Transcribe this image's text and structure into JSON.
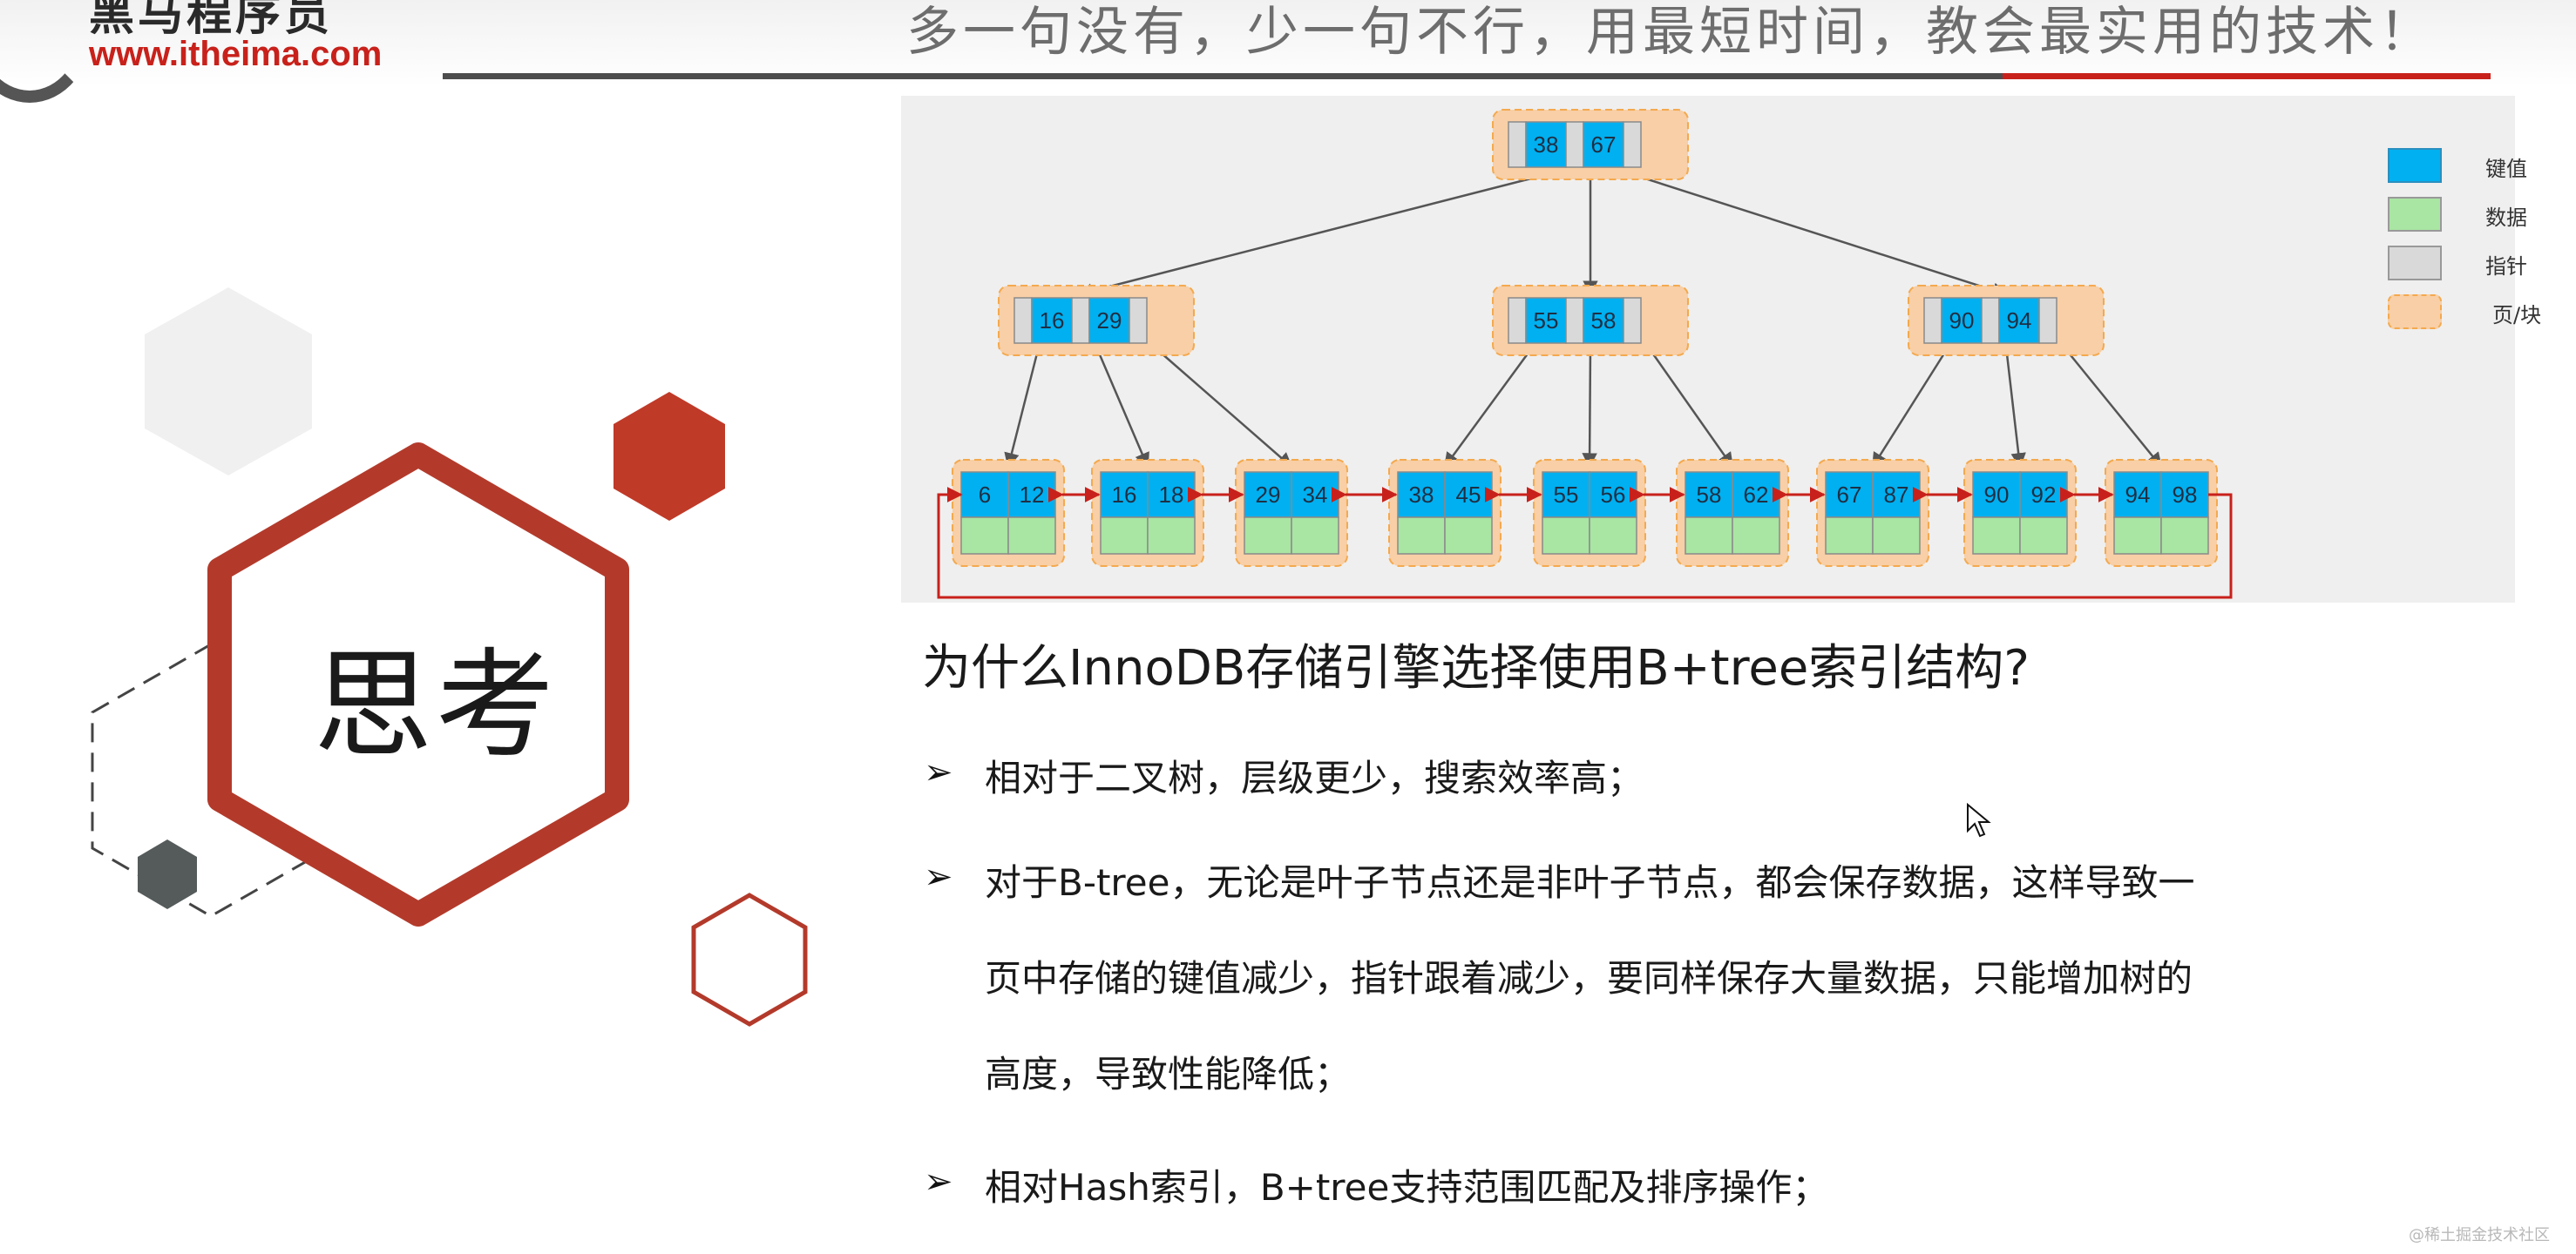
{
  "header": {
    "brand_name": "黑马程序员",
    "brand_url": "www.itheima.com",
    "slogan": "多一句没有，少一句不行，用最短时间，教会最实用的技术！"
  },
  "colors": {
    "accent_red": "#c8211b",
    "key_blue": "#00b0f0",
    "data_green": "#a9e5a3",
    "pointer_gray": "#d9d9d9",
    "page_orange": "#f8cfa6"
  },
  "think_label": "思考",
  "diagram": {
    "root": [
      "38",
      "67"
    ],
    "internal": [
      [
        "16",
        "29"
      ],
      [
        "55",
        "58"
      ],
      [
        "90",
        "94"
      ]
    ],
    "leaves": [
      [
        "6",
        "12"
      ],
      [
        "16",
        "18"
      ],
      [
        "29",
        "34"
      ],
      [
        "38",
        "45"
      ],
      [
        "55",
        "56"
      ],
      [
        "58",
        "62"
      ],
      [
        "67",
        "87"
      ],
      [
        "90",
        "92"
      ],
      [
        "94",
        "98"
      ]
    ]
  },
  "legend": [
    {
      "label": "键值",
      "color": "#00b0f0",
      "icon": "key-swatch"
    },
    {
      "label": "数据",
      "color": "#a9e5a3",
      "icon": "data-swatch"
    },
    {
      "label": "指针",
      "color": "#d9d9d9",
      "icon": "pointer-swatch"
    },
    {
      "label": "页/块",
      "color": "#f8cfa6",
      "icon": "page-swatch"
    }
  ],
  "question": "为什么InnoDB存储引擎选择使用B+tree索引结构?",
  "points": [
    "相对于二叉树，层级更少，搜索效率高；",
    "对于B-tree，无论是叶子节点还是非叶子节点，都会保存数据，这样导致一",
    "页中存储的键值减少，指针跟着减少，要同样保存大量数据，只能增加树的",
    "高度，导致性能降低；",
    "相对Hash索引，B+tree支持范围匹配及排序操作；"
  ],
  "watermark": "@稀土掘金技术社区"
}
